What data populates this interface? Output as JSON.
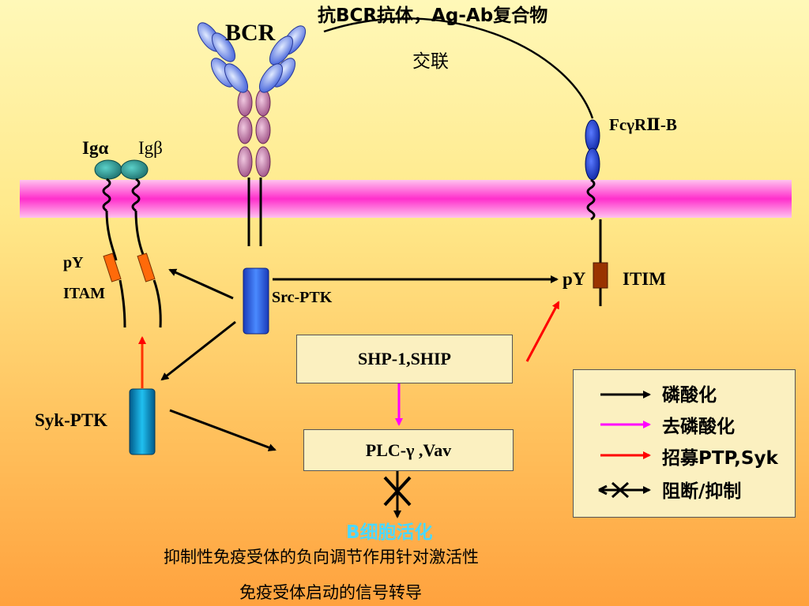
{
  "labels": {
    "crosslink_title": "抗BCR抗体，Ag-Ab复合物",
    "crosslink_sub": "交联",
    "bcr": "BCR",
    "fcr": "FcγRⅡ-B",
    "ig_alpha": "Igα",
    "ig_beta": "Igβ",
    "py_left": "pY",
    "itam": "ITAM",
    "src_ptk": "Src-PTK",
    "py_right": "pY",
    "itim": "ITIM",
    "syk_ptk": "Syk-PTK",
    "shp_box": "SHP-1,SHIP",
    "plc_box": "PLC-γ ,Vav",
    "b_activation": "B细胞活化",
    "caption_line1": "抑制性免疫受体的负向调节作用针对激活性",
    "caption_line2": "免疫受体启动的信号转导"
  },
  "legend": {
    "items": [
      {
        "label": "磷酸化",
        "color": "#000000",
        "style": "arrow"
      },
      {
        "label": "去磷酸化",
        "color": "#ff00ff",
        "style": "arrow"
      },
      {
        "label": "招募PTP,Syk",
        "color": "#ff0000",
        "style": "arrow"
      },
      {
        "label": "阻断/抑制",
        "color": "#000000",
        "style": "cross"
      }
    ]
  },
  "colors": {
    "membrane": "#ff33cc",
    "membrane_edge": "#ffb0e8",
    "bcr_heavy": "#c07aa8",
    "bcr_light": "#7a9cf0",
    "fcr": "#1133cc",
    "ig_head": "#2a9a98",
    "itam_box": "#ff6600",
    "itim_box": "#993300",
    "src_ptk": "#2255e0",
    "syk_ptk": "#0088cc"
  }
}
